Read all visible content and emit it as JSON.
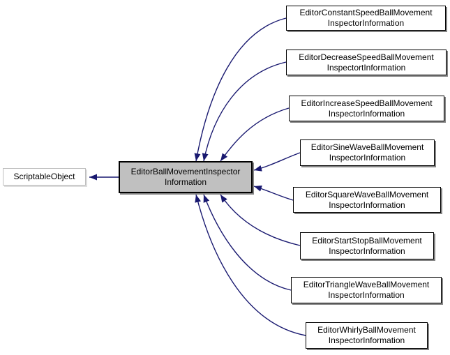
{
  "diagram": {
    "type": "class-inheritance-graph",
    "colors": {
      "arrow": "#191970",
      "main-fill": "#c0c0c0",
      "node-border": "#000000",
      "external-border": "#bebebe",
      "shadow": "#848484",
      "background": "#ffffff",
      "text": "#000000"
    }
  },
  "nodes": {
    "scriptable": {
      "label": "ScriptableObject"
    },
    "main": {
      "line1": "EditorBallMovementInspector",
      "line2": "Information"
    },
    "derived": [
      {
        "line1": "EditorConstantSpeedBallMovement",
        "line2": "InspectorInformation"
      },
      {
        "line1": "EditorDecreaseSpeedBallMovement",
        "line2": "InspectortInformation"
      },
      {
        "line1": "EditorIncreaseSpeedBallMovement",
        "line2": "InspectorInformation"
      },
      {
        "line1": "EditorSineWaveBallMovement",
        "line2": "InspectorInformation"
      },
      {
        "line1": "EditorSquareWaveBallMovement",
        "line2": "InspectorInformation"
      },
      {
        "line1": "EditorStartStopBallMovement",
        "line2": "InspectorInformation"
      },
      {
        "line1": "EditorTriangleWaveBallMovement",
        "line2": "InspectorInformation"
      },
      {
        "line1": "EditorWhirlyBallMovement",
        "line2": "InspectorInformation"
      }
    ]
  }
}
